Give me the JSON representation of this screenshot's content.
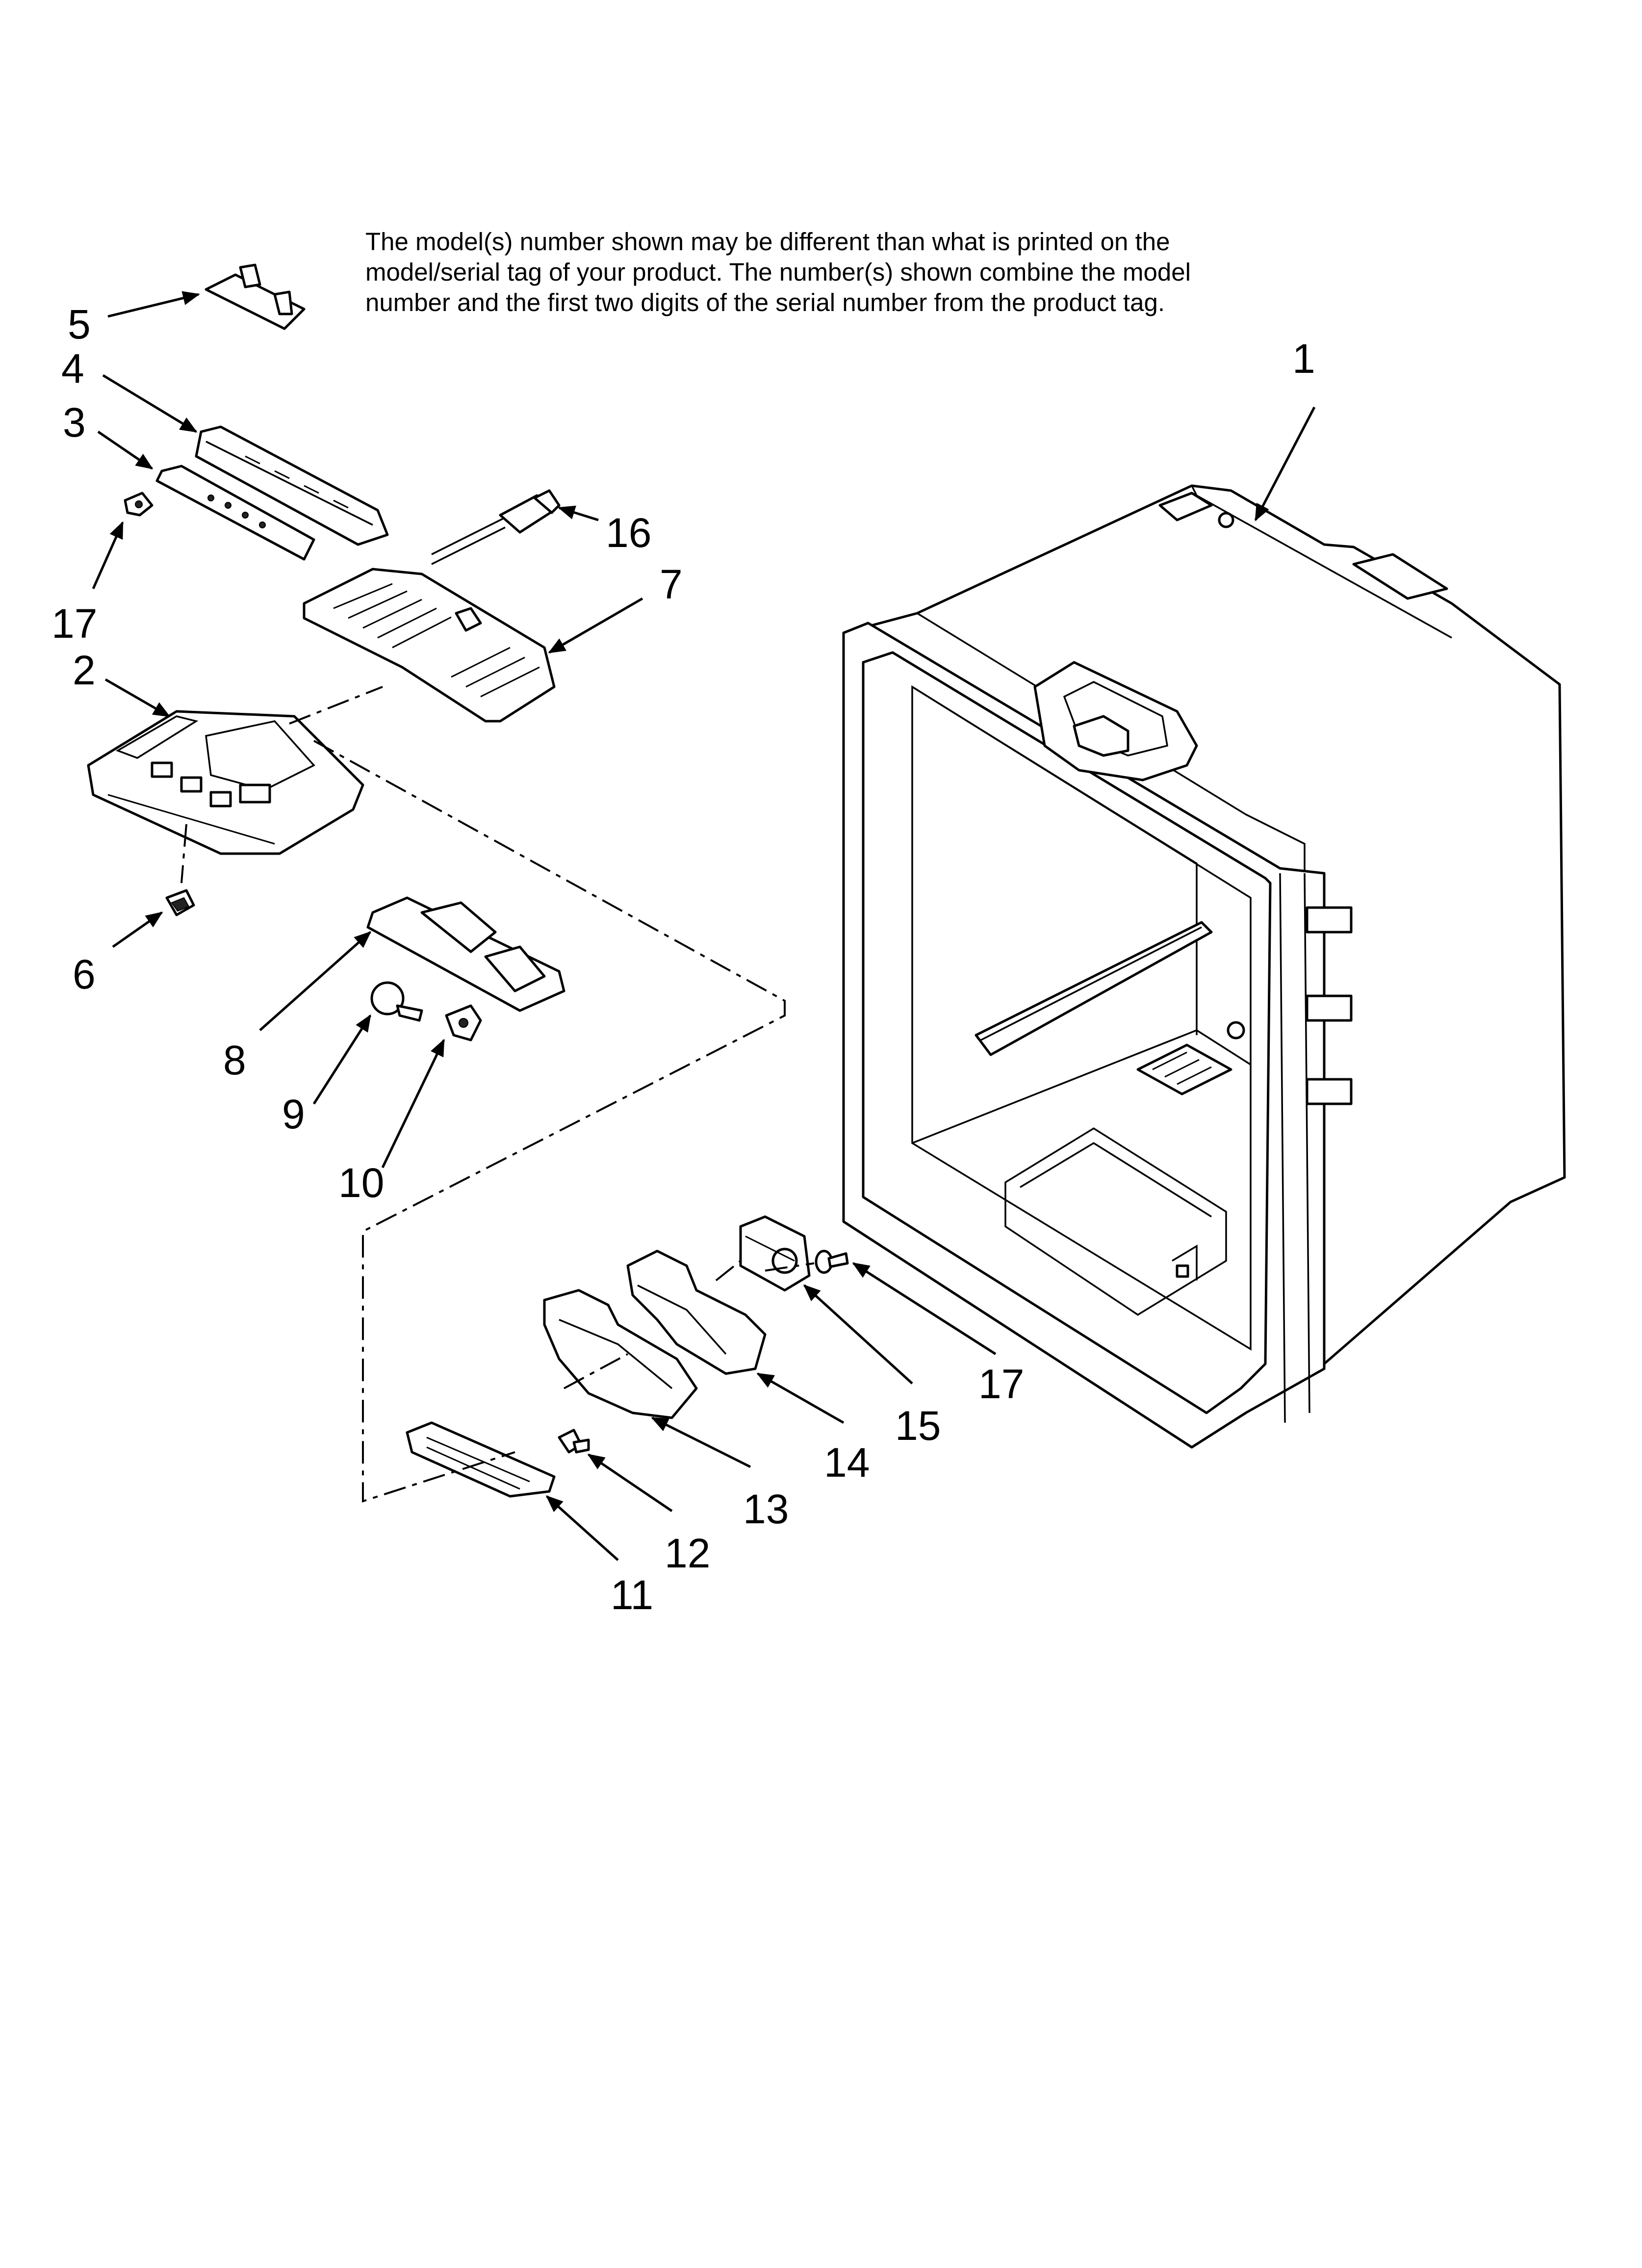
{
  "note": {
    "lines": [
      "The model(s) number shown may be different than what is printed on the",
      "model/serial tag of your product. The number(s) shown combine the model",
      "number and the first two digits of the serial number from the product tag."
    ]
  },
  "callouts": [
    "1",
    "2",
    "3",
    "4",
    "5",
    "6",
    "7",
    "8",
    "9",
    "10",
    "11",
    "12",
    "13",
    "14",
    "15",
    "16",
    "17",
    "17"
  ]
}
